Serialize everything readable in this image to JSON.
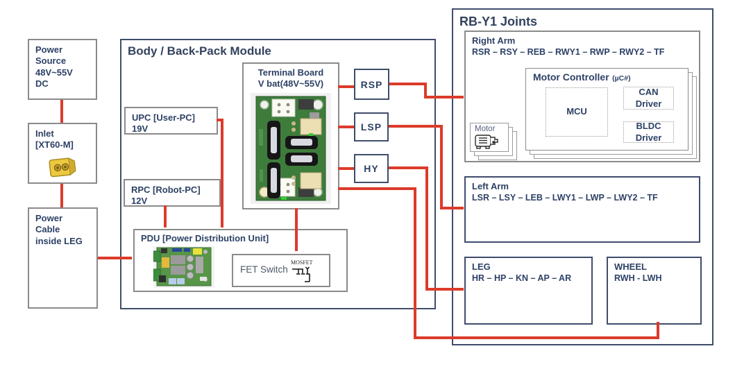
{
  "diagram": {
    "left_column": {
      "power_source": "Power\nSource\n48V~55V\nDC",
      "inlet": "Inlet\n[XT60-M]",
      "power_cable": "Power\nCable\ninside LEG"
    },
    "body_module": {
      "title": "Body / Back-Pack Module",
      "terminal_board": {
        "label": "Terminal Board\nV bat(48V~55V)"
      },
      "upc": "UPC [User-PC]\n19V",
      "rpc": "RPC [Robot-PC]\n12V",
      "pdu": {
        "title": "PDU [Power Distribution Unit]",
        "fet_switch": "FET Switch",
        "mosfet_label": "MOSFET"
      }
    },
    "sp_boxes": {
      "rsp": "RSP",
      "lsp": "LSP",
      "hy": "HY"
    },
    "rby1": {
      "title": "RB-Y1 Joints",
      "right_arm": {
        "title": "Right Arm",
        "joints": "RSR – RSY – REB – RWY1 – RWP – RWY2 – TF",
        "motor_controller": {
          "title": "Motor Controller",
          "subtitle": "(µC#)",
          "mcu": "MCU",
          "can_driver": "CAN\nDriver",
          "bldc_driver": "BLDC\nDriver"
        },
        "motor": "Motor"
      },
      "left_arm": {
        "title": "Left Arm",
        "joints": "LSR – LSY – LEB – LWY1 – LWP – LWY2 – TF"
      },
      "leg": {
        "title": "LEG",
        "joints": "HR – HP – KN – AP – AR"
      },
      "wheel": {
        "title": "WHEEL",
        "joints": "RWH - LWH"
      }
    },
    "colors": {
      "power_line": "#dc3b2b",
      "navy_border": "#3f4c6b",
      "grey_border": "#8a8a8a",
      "text": "#2d4166"
    },
    "connections": [
      {
        "from": "power-source",
        "to": "inlet"
      },
      {
        "from": "inlet",
        "to": "power-cable"
      },
      {
        "from": "power-cable",
        "to": "pdu"
      },
      {
        "from": "upc",
        "to": "pdu"
      },
      {
        "from": "rpc",
        "to": "pdu"
      },
      {
        "from": "terminal-board",
        "to": "fet-switch"
      },
      {
        "from": "terminal-board",
        "to": "rsp"
      },
      {
        "from": "terminal-board",
        "to": "lsp"
      },
      {
        "from": "terminal-board",
        "to": "hy"
      },
      {
        "from": "terminal-board",
        "to": "wheel"
      },
      {
        "from": "rsp",
        "to": "right-arm"
      },
      {
        "from": "lsp",
        "to": "left-arm"
      },
      {
        "from": "hy",
        "to": "leg"
      }
    ]
  }
}
